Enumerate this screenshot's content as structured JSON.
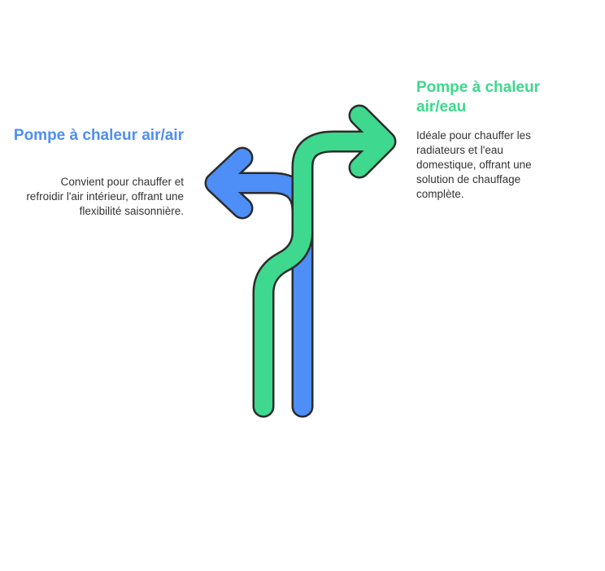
{
  "left": {
    "title": "Pompe à chaleur air/air",
    "description": "Convient pour chauffer et refroidir l'air intérieur, offrant une flexibilité saisonnière.",
    "color": "#4d8ef7",
    "icon": "arrow-left-icon"
  },
  "right": {
    "title": "Pompe à chaleur air/eau",
    "description": "Idéale pour chauffer les radiateurs et l'eau domestique, offrant une solution de chauffage complète.",
    "color": "#3ed88e",
    "icon": "arrow-right-icon"
  }
}
